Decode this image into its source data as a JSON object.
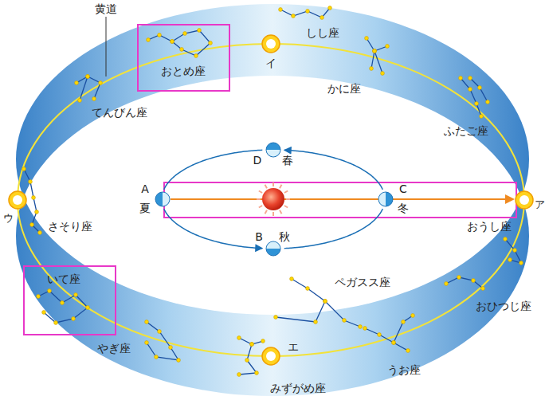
{
  "diagram": {
    "nodes": [
      {
        "text": [
          "おとめ座"
        ]
      },
      {
        "text": [
          "いて座"
        ]
      },
      {
        "text": [
          "A",
          "夏"
        ]
      },
      {
        "text": [
          "B",
          "秋"
        ]
      },
      {
        "text": [
          "C",
          "冬"
        ]
      },
      {
        "text": [
          "D",
          "春"
        ]
      }
    ],
    "edges": [
      {
        "from": 2,
        "to": 3,
        "arrow": "to"
      },
      {
        "from": 3,
        "to": 4,
        "arrow": "none"
      },
      {
        "from": 4,
        "to": 5,
        "arrow": "to"
      },
      {
        "from": 5,
        "to": 2,
        "arrow": "none"
      }
    ],
    "labels": [
      "黄道",
      "しし座",
      "イ",
      "かに座",
      "ふたご座",
      "てんびん座",
      "ウ",
      "ア",
      "さそり座",
      "おうし座",
      "ペガスス座",
      "おひつじ座",
      "やぎ座",
      "エ",
      "うお座",
      "みずがめ座"
    ]
  }
}
